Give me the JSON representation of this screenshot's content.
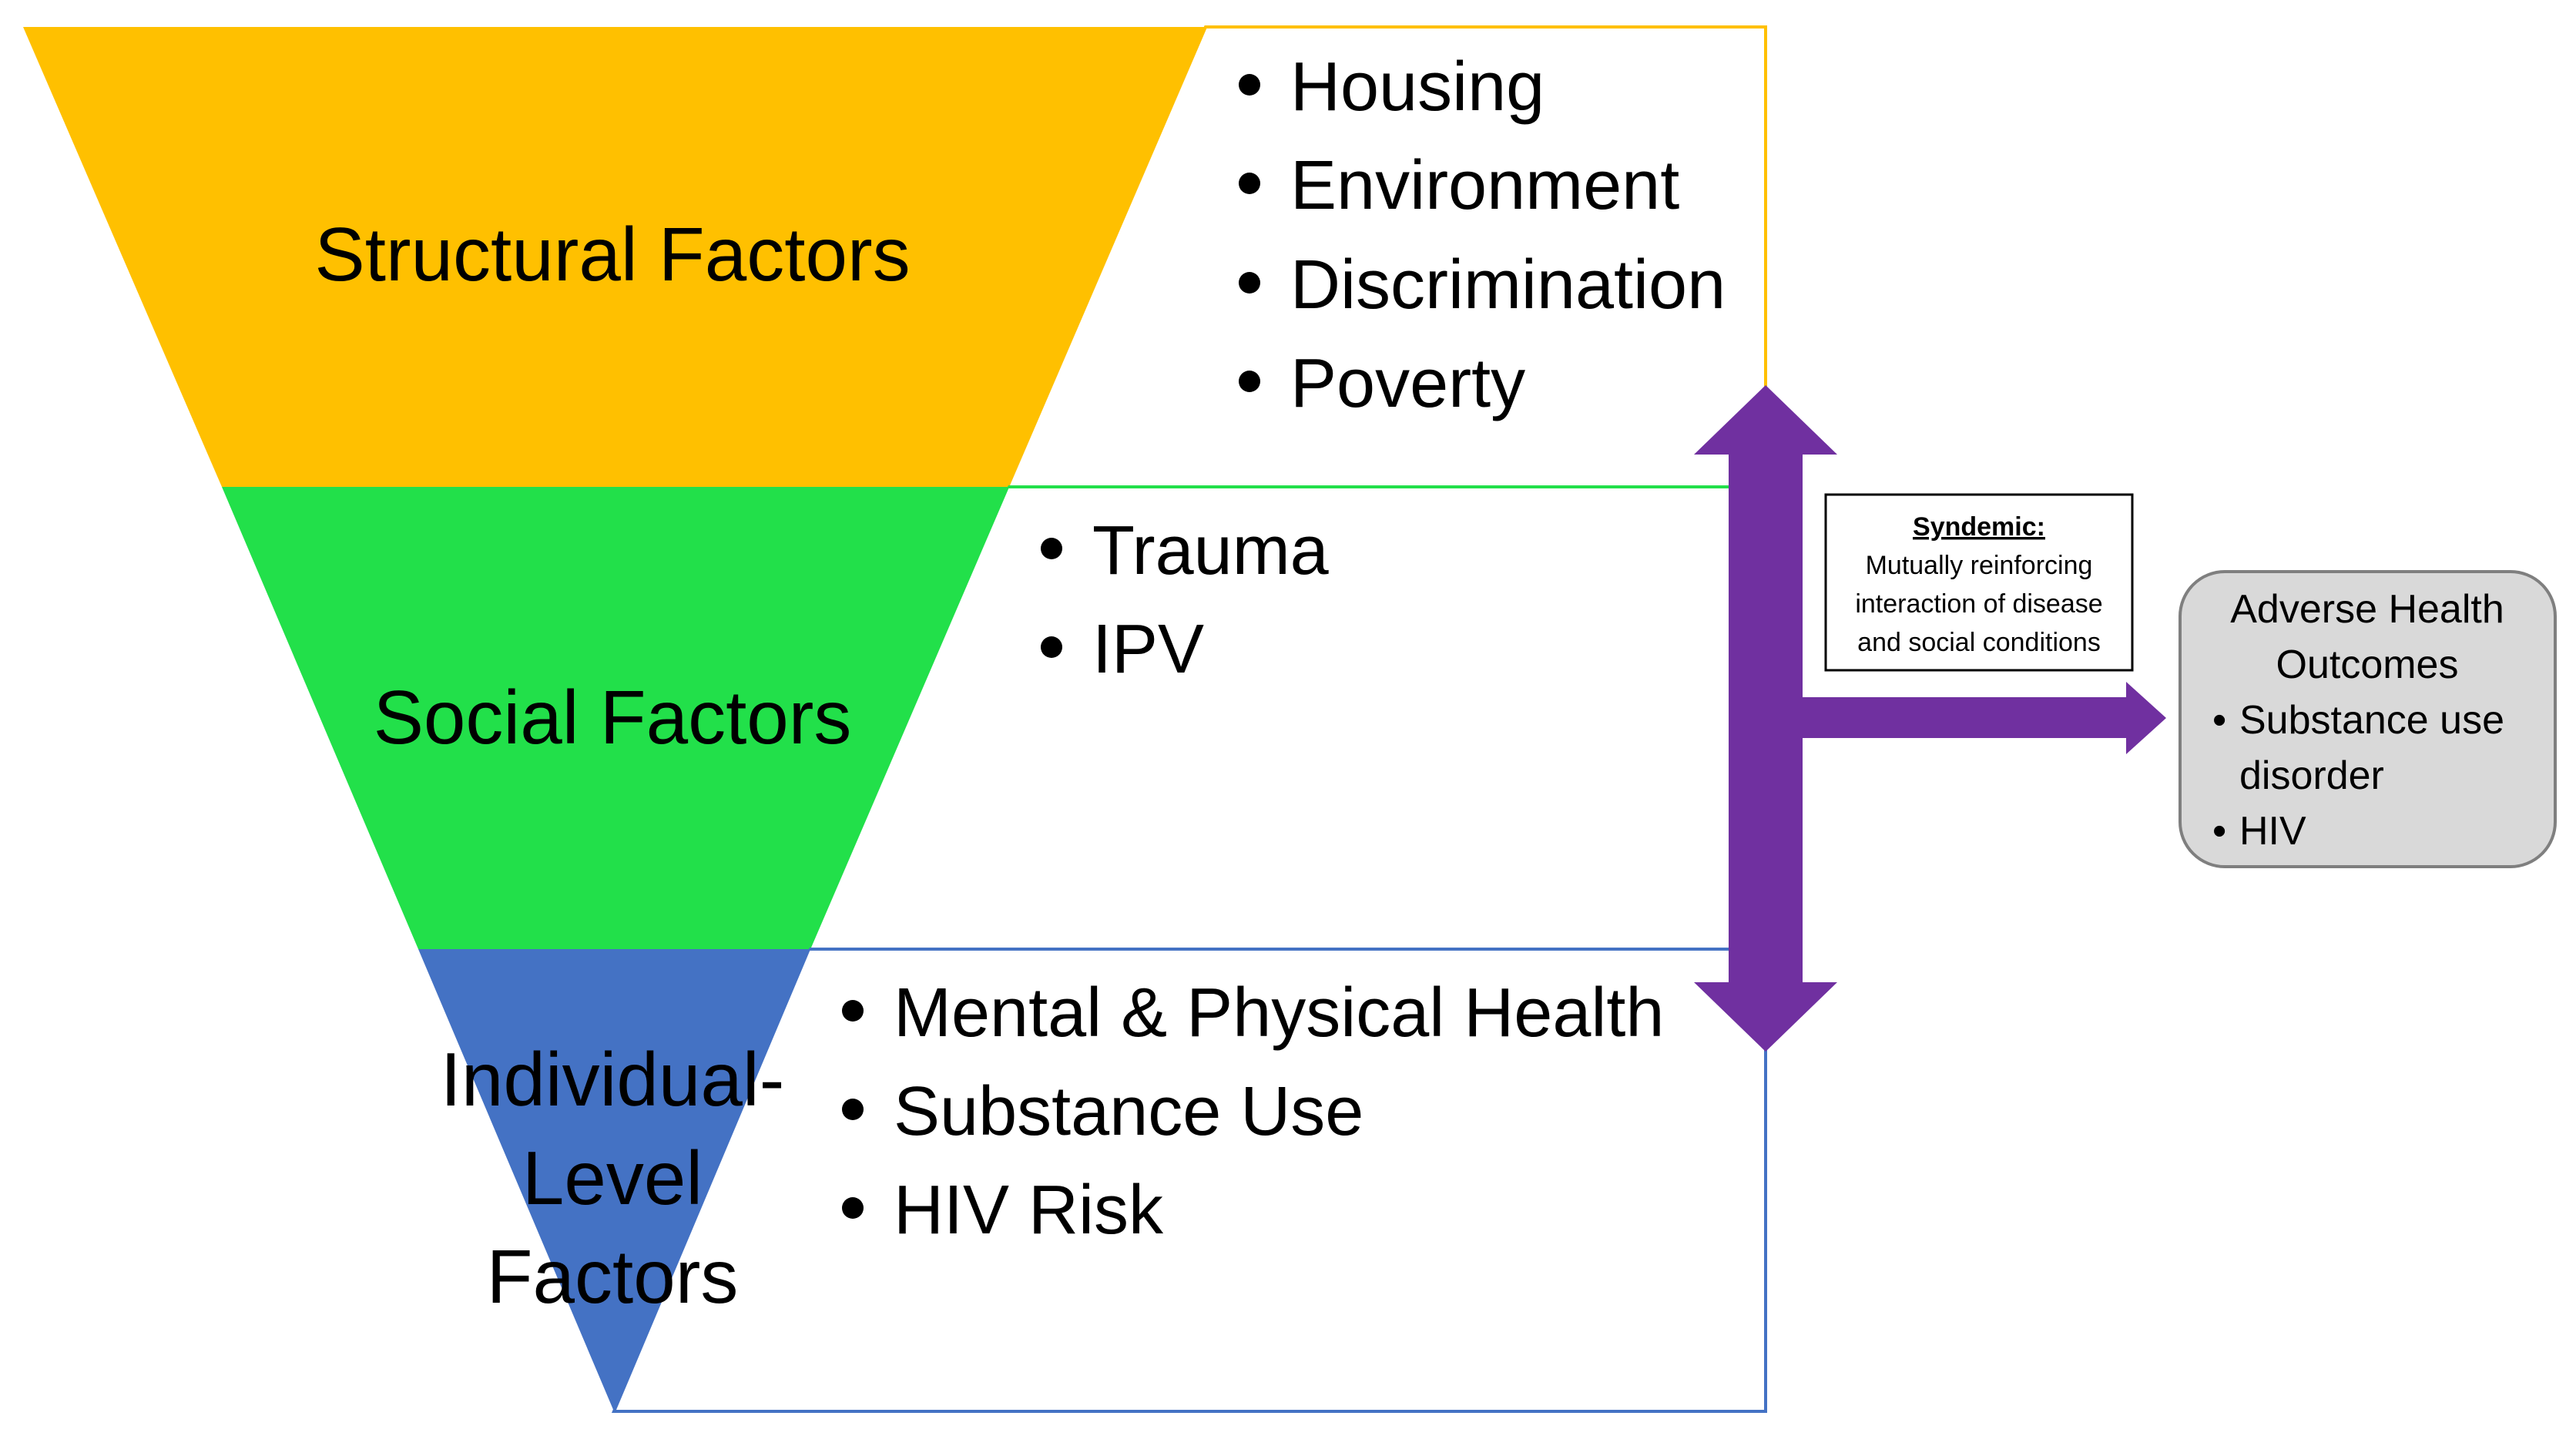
{
  "tiers": {
    "structural": {
      "label_lines": [
        "Structural Factors"
      ],
      "items": [
        "Housing",
        "Environment",
        "Discrimination",
        "Poverty"
      ],
      "color": "#FFC000"
    },
    "social": {
      "label_lines": [
        "Social Factors"
      ],
      "items": [
        "Trauma",
        "IPV"
      ],
      "color": "#22E04A"
    },
    "individual": {
      "label_lines": [
        "Individual-",
        "Level",
        "Factors"
      ],
      "items": [
        "Mental & Physical Health",
        "Substance Use",
        "HIV Risk"
      ],
      "color": "#4472C4"
    }
  },
  "syndemic": {
    "title": "Syndemic:",
    "lines": [
      "Mutually reinforcing",
      "interaction of disease",
      "and social conditions"
    ]
  },
  "outcomes": {
    "title_lines": [
      "Adverse Health",
      "Outcomes"
    ],
    "items": [
      {
        "bullet": "•",
        "lines": [
          "Substance use",
          "disorder"
        ]
      },
      {
        "bullet": "•",
        "lines": [
          "HIV"
        ]
      }
    ]
  },
  "arrow_color": "#7030A0",
  "outcome_box_color": "#D9D9D9"
}
